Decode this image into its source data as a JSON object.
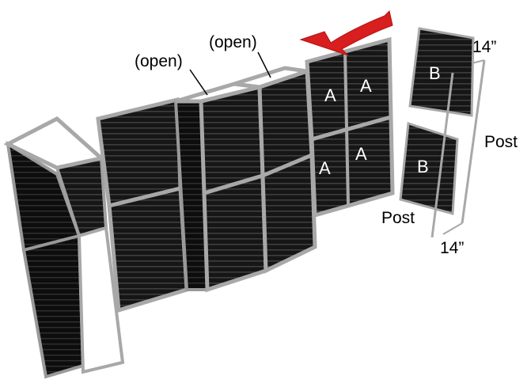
{
  "labels": {
    "open_left": "(open)",
    "open_right": "(open)",
    "panel_a": "A",
    "panel_b": "B",
    "post": "Post",
    "dim_14": "14”"
  },
  "colors": {
    "panel": "#1a1a1a",
    "slat": "#3d3d3d",
    "frame": "#a8a8a8",
    "frame_stroke": "#777777",
    "arrow": "#d81e1e",
    "open_bay": "#ffffff"
  },
  "icons": {
    "direction": "red-arrow-left-icon"
  }
}
